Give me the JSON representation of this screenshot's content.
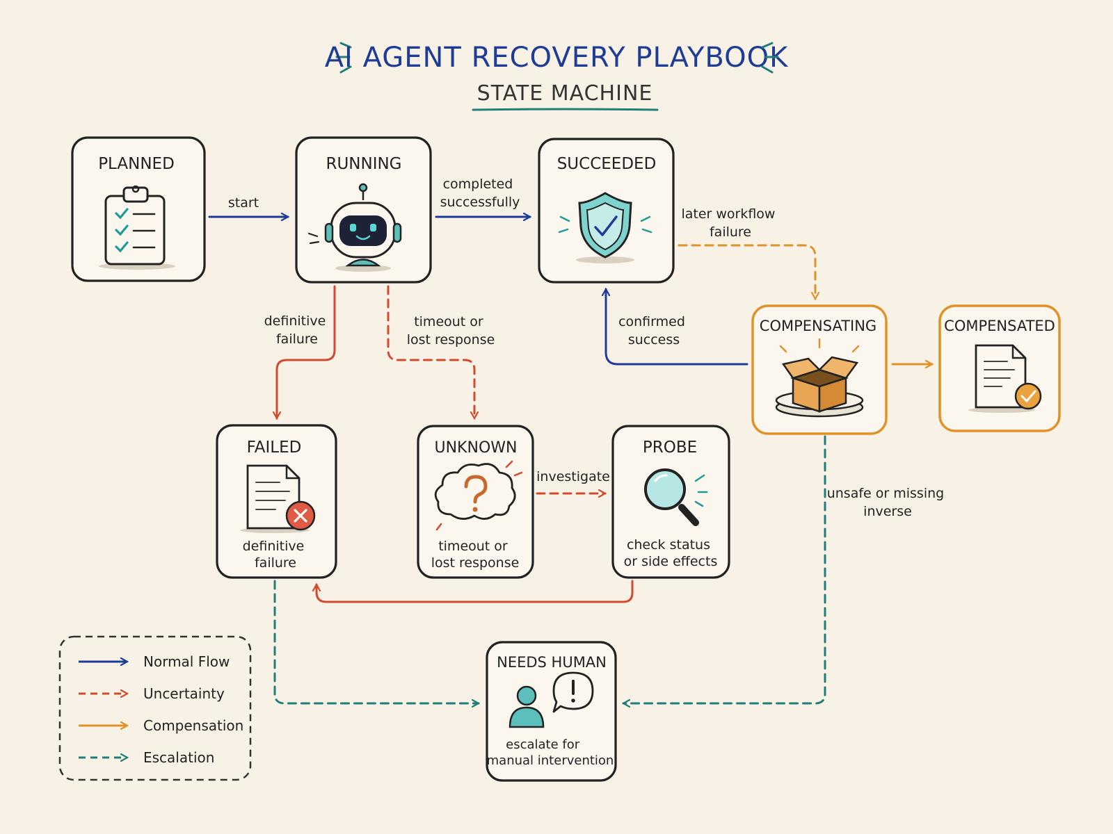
{
  "title": "AI AGENT RECOVERY PLAYBOOK",
  "subtitle": "STATE MACHINE",
  "colors": {
    "normal": "#1e3c96",
    "uncertainty": "#cf4a2e",
    "compensation": "#e0922a",
    "escalation": "#1f7d7a",
    "ink": "#222222",
    "background": "#f8f2e6"
  },
  "states": {
    "planned": {
      "title": "PLANNED",
      "icon": "clipboard-checklist-icon"
    },
    "running": {
      "title": "RUNNING",
      "icon": "robot-icon"
    },
    "succeeded": {
      "title": "SUCCEEDED",
      "icon": "shield-check-icon"
    },
    "compensating": {
      "title": "COMPENSATING",
      "icon": "open-box-icon"
    },
    "compensated": {
      "title": "COMPENSATED",
      "icon": "document-check-icon"
    },
    "failed": {
      "title": "FAILED",
      "icon": "document-error-icon",
      "desc": [
        "definitive",
        "failure"
      ]
    },
    "unknown": {
      "title": "UNKNOWN",
      "icon": "question-cloud-icon",
      "desc": [
        "timeout or",
        "lost response"
      ]
    },
    "probe": {
      "title": "PROBE",
      "icon": "magnifier-icon",
      "desc": [
        "check status",
        "or side effects"
      ]
    },
    "needs_human": {
      "title": "NEEDS HUMAN",
      "icon": "person-alert-icon",
      "desc": [
        "escalate for",
        "manual intervention"
      ]
    }
  },
  "transitions": {
    "start": [
      "start"
    ],
    "completed": [
      "completed",
      "successfully"
    ],
    "later_failure": [
      "later workflow",
      "failure"
    ],
    "confirmed": [
      "confirmed",
      "success"
    ],
    "definitive": [
      "definitive",
      "failure"
    ],
    "timeout": [
      "timeout or",
      "lost response"
    ],
    "investigate": [
      "investigate"
    ],
    "unsafe": [
      "unsafe or missing",
      "inverse"
    ]
  },
  "legend": {
    "normal": "Normal Flow",
    "uncertainty": "Uncertainty",
    "compensation": "Compensation",
    "escalation": "Escalation"
  }
}
